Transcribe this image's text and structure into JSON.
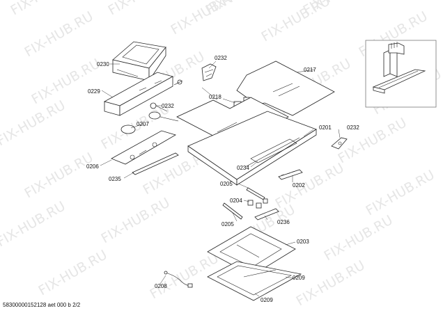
{
  "watermark": "FIX-HUB.RU",
  "footer": "5830000015212​8 aet 000 b 2/2",
  "labels": {
    "l0230": "0230",
    "l0229": "0229",
    "l0232a": "0232",
    "l0232b": "0232",
    "l0232c": "0232",
    "l0218": "0218",
    "l0217": "0217",
    "l0207": "0207",
    "l0201": "0201",
    "l0206": "0206",
    "l0234": "0234",
    "l0235": "0235",
    "l0205a": "0205",
    "l0205b": "0205",
    "l0202": "0202",
    "l0204": "0204",
    "l0236": "0236",
    "l0203": "0203",
    "l0208": "0208",
    "l0209a": "0209",
    "l0209b": "0209"
  }
}
